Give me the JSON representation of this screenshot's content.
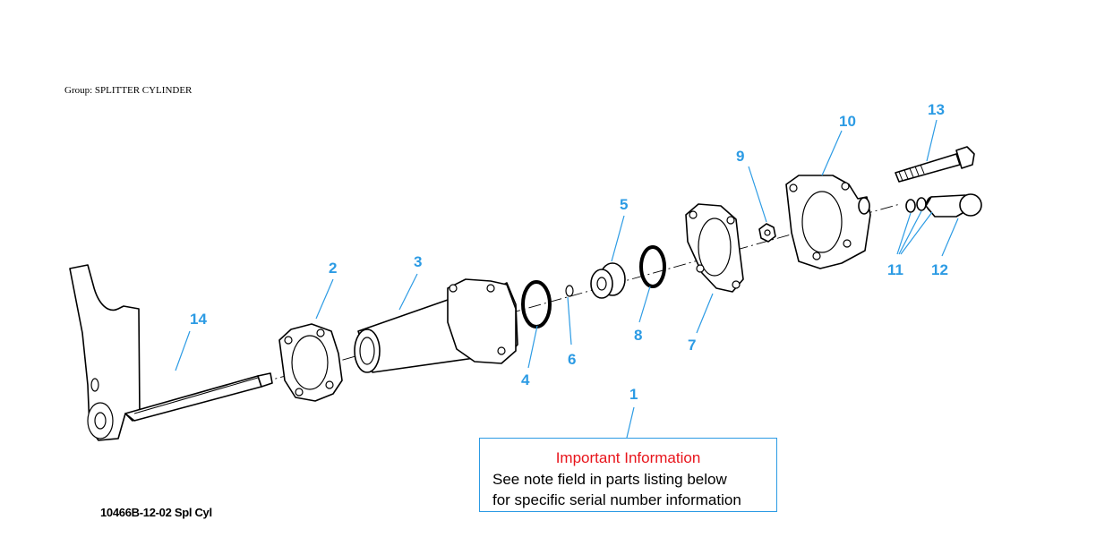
{
  "group_label": "Group: SPLITTER CYLINDER",
  "callouts": [
    "1",
    "2",
    "3",
    "4",
    "5",
    "6",
    "7",
    "8",
    "9",
    "10",
    "11",
    "12",
    "13",
    "14"
  ],
  "info_box": {
    "title": "Important Information",
    "line1": "See note field in parts listing below",
    "line2": "for specific serial number information"
  },
  "drawing_id": "10466B-12-02 Spl Cyl",
  "colors": {
    "callout": "#2c9be4",
    "info_title": "#e8141b",
    "info_border": "#2c9be4"
  }
}
